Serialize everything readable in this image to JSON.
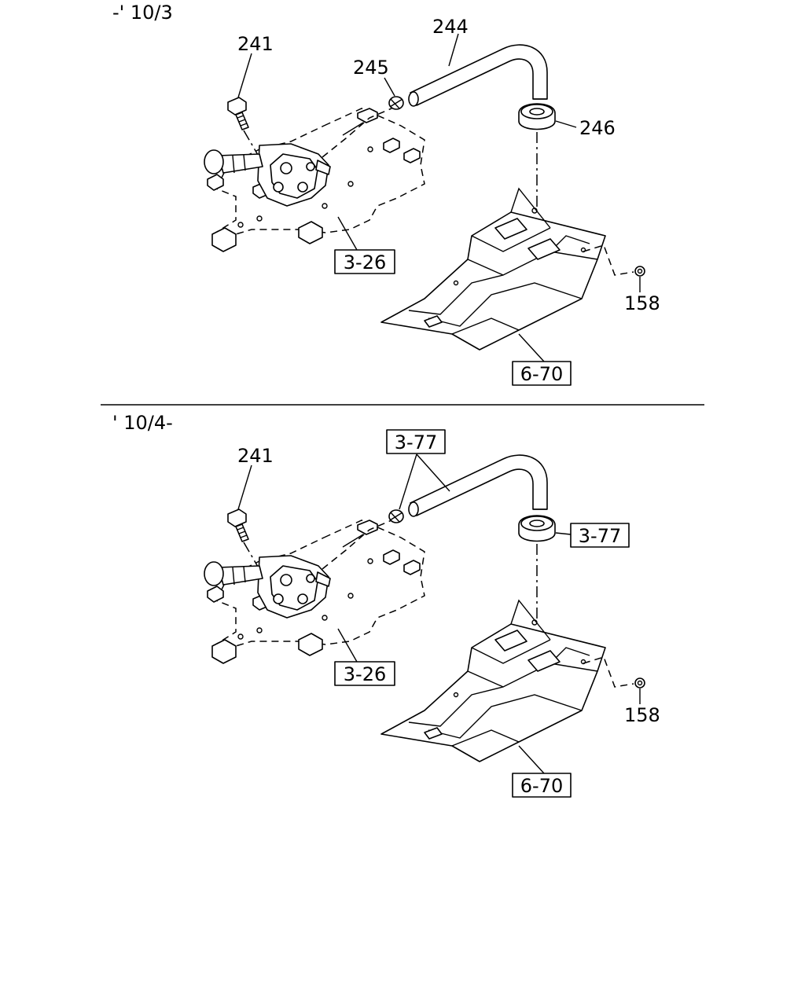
{
  "sections": [
    {
      "range_label": "-' 10/3",
      "parts": {
        "bolt": "241",
        "clamp": "245",
        "hose": "244",
        "grommet": "246",
        "nut": "158"
      },
      "refs": {
        "pump_bracket": "3-26",
        "floor_panel": "6-70"
      }
    },
    {
      "range_label": "' 10/4-",
      "parts": {
        "bolt": "241",
        "nut": "158"
      },
      "refs": {
        "hose_clamp": "3-77",
        "grommet": "3-77",
        "pump_bracket": "3-26",
        "floor_panel": "6-70"
      }
    }
  ],
  "divider": true
}
